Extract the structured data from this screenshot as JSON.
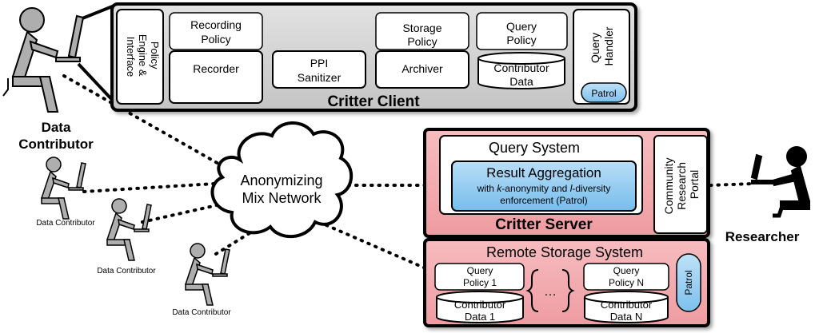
{
  "client": {
    "title": "Critter Client",
    "policy_engine": [
      "Policy",
      "Engine &",
      "Interface"
    ],
    "recording_policy": [
      "Recording",
      "Policy"
    ],
    "recorder": "Recorder",
    "ppi_sanitizer": [
      "PPI",
      "Sanitizer"
    ],
    "storage_policy": [
      "Storage",
      "Policy"
    ],
    "archiver": "Archiver",
    "query_policy": [
      "Query",
      "Policy"
    ],
    "contributor_data": [
      "Contributor",
      "Data"
    ],
    "query_handler": [
      "Query",
      "Handler"
    ],
    "patrol": "Patrol"
  },
  "server": {
    "title": "Critter Server",
    "query_system": "Query System",
    "result_aggregation": {
      "title": "Result Aggregation",
      "line1_pre": "with ",
      "line1_k": "k",
      "line1_mid": "-anonymity and ",
      "line1_l": "l",
      "line1_post": "-diversity",
      "line2": "enforcement (Patrol)"
    },
    "portal": [
      "Community",
      "Research",
      "Portal"
    ]
  },
  "remote": {
    "title": "Remote Storage System",
    "query_policy_1": [
      "Query",
      "Policy 1"
    ],
    "query_policy_n": [
      "Query",
      "Policy N"
    ],
    "ellipsis": "…",
    "contributor_data_1": [
      "Contributor",
      "Data 1"
    ],
    "contributor_data_n": [
      "Contributor",
      "Data N"
    ],
    "patrol": "Patrol"
  },
  "network": [
    "Anonymizing",
    "Mix Network"
  ],
  "actors": {
    "main_contributor": [
      "Data",
      "Contributor"
    ],
    "small_contributor": "Data Contributor",
    "researcher": "Researcher"
  },
  "colors": {
    "client_fill": "#d4d4d4",
    "server_fill": "#f2a9ad",
    "patrol_fill": "#9ccff3",
    "aggregation_fill": "#8ec9f0",
    "figure_grey": "#aeaeae"
  }
}
